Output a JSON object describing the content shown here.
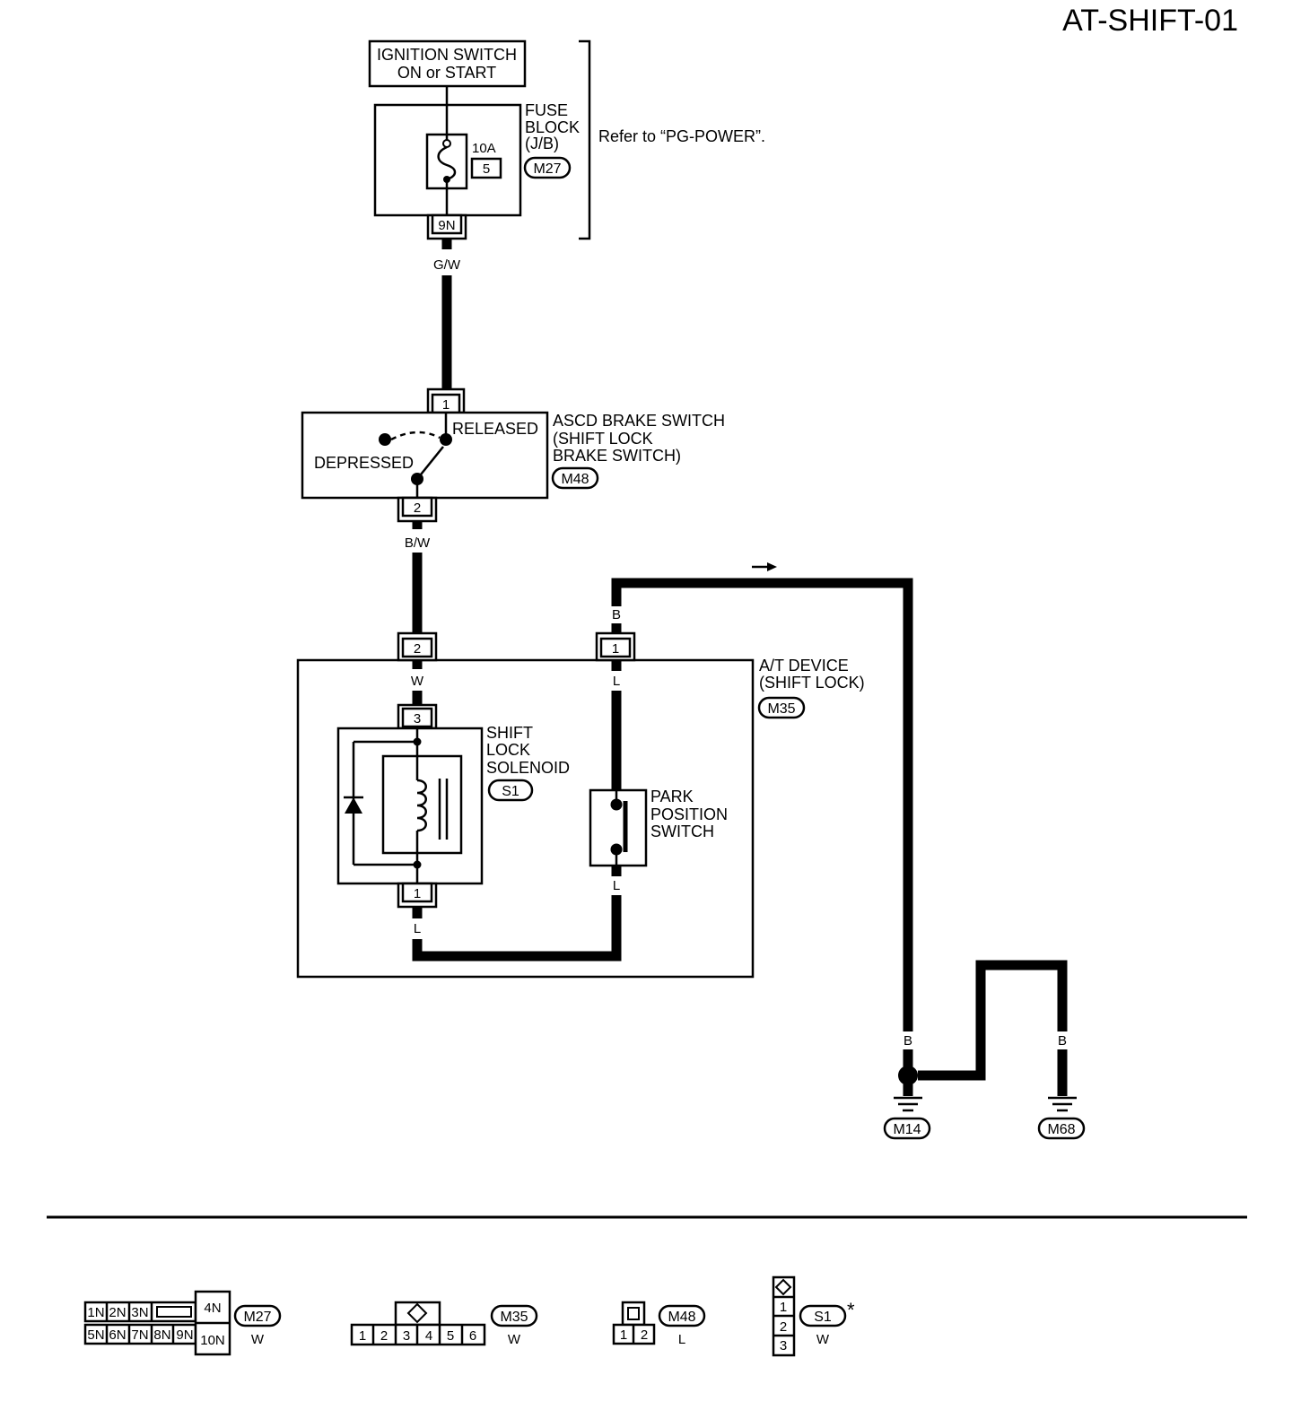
{
  "diagram_id": "AT-SHIFT-01",
  "ignition": {
    "line1": "IGNITION SWITCH",
    "line2": "ON or START"
  },
  "fuse_block": {
    "line1": "FUSE",
    "line2": "BLOCK",
    "line3": "(J/B)",
    "connector": "M27",
    "amp": "10A",
    "fuse_no": "5",
    "terminal": "9N"
  },
  "refer_note": "Refer to “PG-POWER”.",
  "wires": {
    "gw": "G/W",
    "bw": "B/W",
    "w": "W",
    "l_top": "L",
    "l_mid": "L",
    "l_bottom": "L",
    "b_top": "B",
    "b_m14": "B",
    "b_mid": "B",
    "b_m68": "B"
  },
  "brake_switch": {
    "line1": "ASCD BRAKE SWITCH",
    "line2": "(SHIFT LOCK",
    "line3": "BRAKE SWITCH)",
    "connector": "M48",
    "pin_top": "1",
    "pin_bottom": "2",
    "released": "RELEASED",
    "depressed": "DEPRESSED"
  },
  "at_device": {
    "line1": "A/T DEVICE",
    "line2": "(SHIFT LOCK)",
    "connector": "M35",
    "pin_w": "2",
    "pin_b": "1"
  },
  "solenoid": {
    "line1": "SHIFT",
    "line2": "LOCK",
    "line3": "SOLENOID",
    "connector": "S1",
    "pin_top": "3",
    "pin_bottom": "1"
  },
  "park_switch": {
    "line1": "PARK",
    "line2": "POSITION",
    "line3": "SWITCH"
  },
  "grounds": {
    "g1": "M14",
    "g2": "M68"
  },
  "connector_views": [
    {
      "id": "M27",
      "color": "W",
      "top_pins": [
        "1N",
        "2N",
        "3N"
      ],
      "bottom_pins": [
        "5N",
        "6N",
        "7N",
        "8N",
        "9N"
      ],
      "side_top": "4N",
      "side_bottom": "10N"
    },
    {
      "id": "M35",
      "color": "W",
      "pins": [
        "1",
        "2",
        "3",
        "4",
        "5",
        "6"
      ]
    },
    {
      "id": "M48",
      "color": "L",
      "pins": [
        "1",
        "2"
      ]
    },
    {
      "id": "S1",
      "color": "W",
      "pins": [
        "1",
        "2",
        "3"
      ],
      "marker": "*"
    }
  ]
}
